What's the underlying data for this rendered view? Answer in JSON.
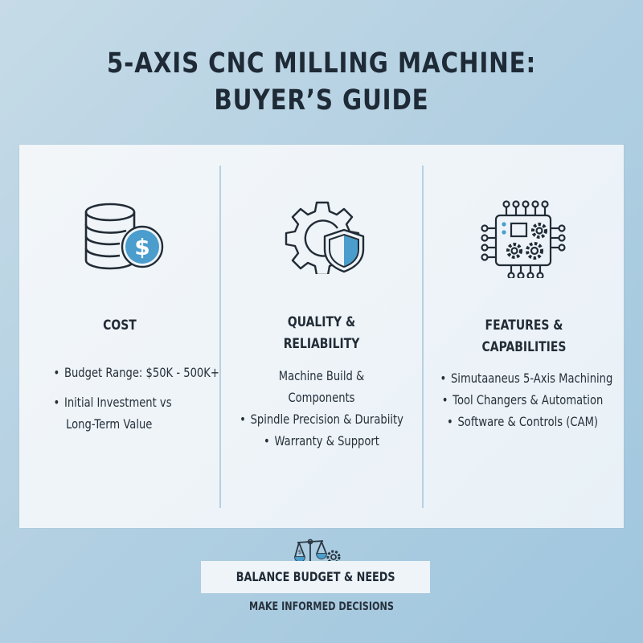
{
  "title": {
    "line1": "5-AXIS CNC MILLING MACHINE:",
    "line2": "BUYER’S GUIDE"
  },
  "columns": [
    {
      "icon": "coin-stack-dollar-icon",
      "heading": "COST",
      "items": [
        "Budget Range: $50K - 500K+",
        "Initial Investment vs",
        "Long-Term Value"
      ]
    },
    {
      "icon": "gear-shield-icon",
      "heading_line1": "QUALITY &",
      "heading_line2": "RELIABILITY",
      "items": [
        "Machine Build &",
        "Components",
        "Spindle Precision & Durabiity",
        "Warranty & Support"
      ]
    },
    {
      "icon": "circuit-chip-gears-icon",
      "heading": "FEATURES & CAPABILITIES",
      "items": [
        "Simutaaneus 5-Axis Machining",
        "Tool Changers & Automation",
        "Software & Controls (CAM)"
      ]
    }
  ],
  "footer": {
    "icon": "balance-scale-icon",
    "banner": "BALANCE BUDGET & NEEDS",
    "subtitle": "MAKE INFORMED DECISIONS"
  },
  "colors": {
    "accent_blue": "#4a9dcc",
    "text_dark": "#1f2a35",
    "divider": "#b7d0e2",
    "card_bg": "#eef4f8"
  }
}
